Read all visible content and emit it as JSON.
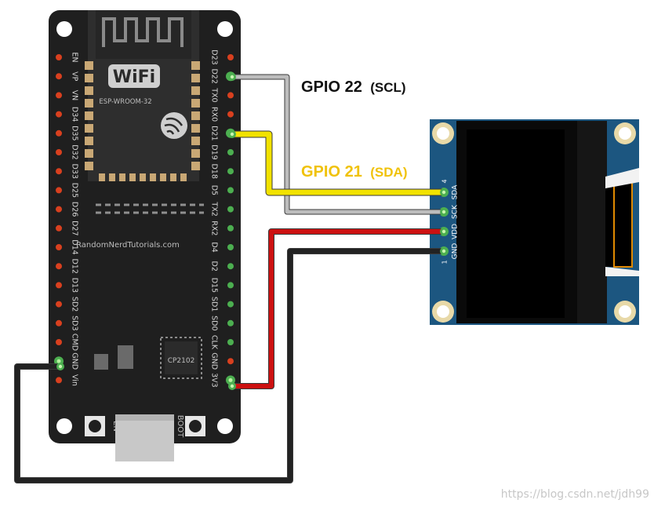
{
  "board": {
    "left_pins": [
      "EN",
      "VP",
      "VN",
      "D34",
      "D35",
      "D32",
      "D33",
      "D25",
      "D26",
      "D27",
      "D14",
      "D12",
      "D13",
      "SD2",
      "SD3",
      "CMD",
      "GND",
      "Vin"
    ],
    "right_pins": [
      "D23",
      "D22",
      "TX0",
      "RX0",
      "D21",
      "D19",
      "D18",
      "D5",
      "TX2",
      "RX2",
      "D4",
      "D2",
      "D15",
      "SD1",
      "SD0",
      "CLK",
      "GND",
      "3V3"
    ],
    "wifi_logo": "WiFi",
    "module_label": "ESP-WROOM-32",
    "site_label": "RandomNerdTutorials.com",
    "chip_label": "CP2102",
    "en_button_label": "EN",
    "boot_button_label": "BOOT"
  },
  "oled": {
    "pins": [
      {
        "number": "4",
        "label": "SDA"
      },
      {
        "number": "",
        "label": "SCK"
      },
      {
        "number": "",
        "label": "VDD"
      },
      {
        "number": "1",
        "label": "GND"
      }
    ]
  },
  "callouts": {
    "scl": {
      "main": "GPIO 22",
      "paren": "(SCL)",
      "color": "#111111"
    },
    "sda": {
      "main": "GPIO 21",
      "paren": "(SDA)",
      "color": "#f0c20a"
    }
  },
  "wires": {
    "scl_color": "#bdbdbd",
    "sda_color": "#f2e200",
    "vdd_color": "#cc1111",
    "gnd_color": "#222222"
  },
  "watermark": "https://blog.csdn.net/jdh99"
}
